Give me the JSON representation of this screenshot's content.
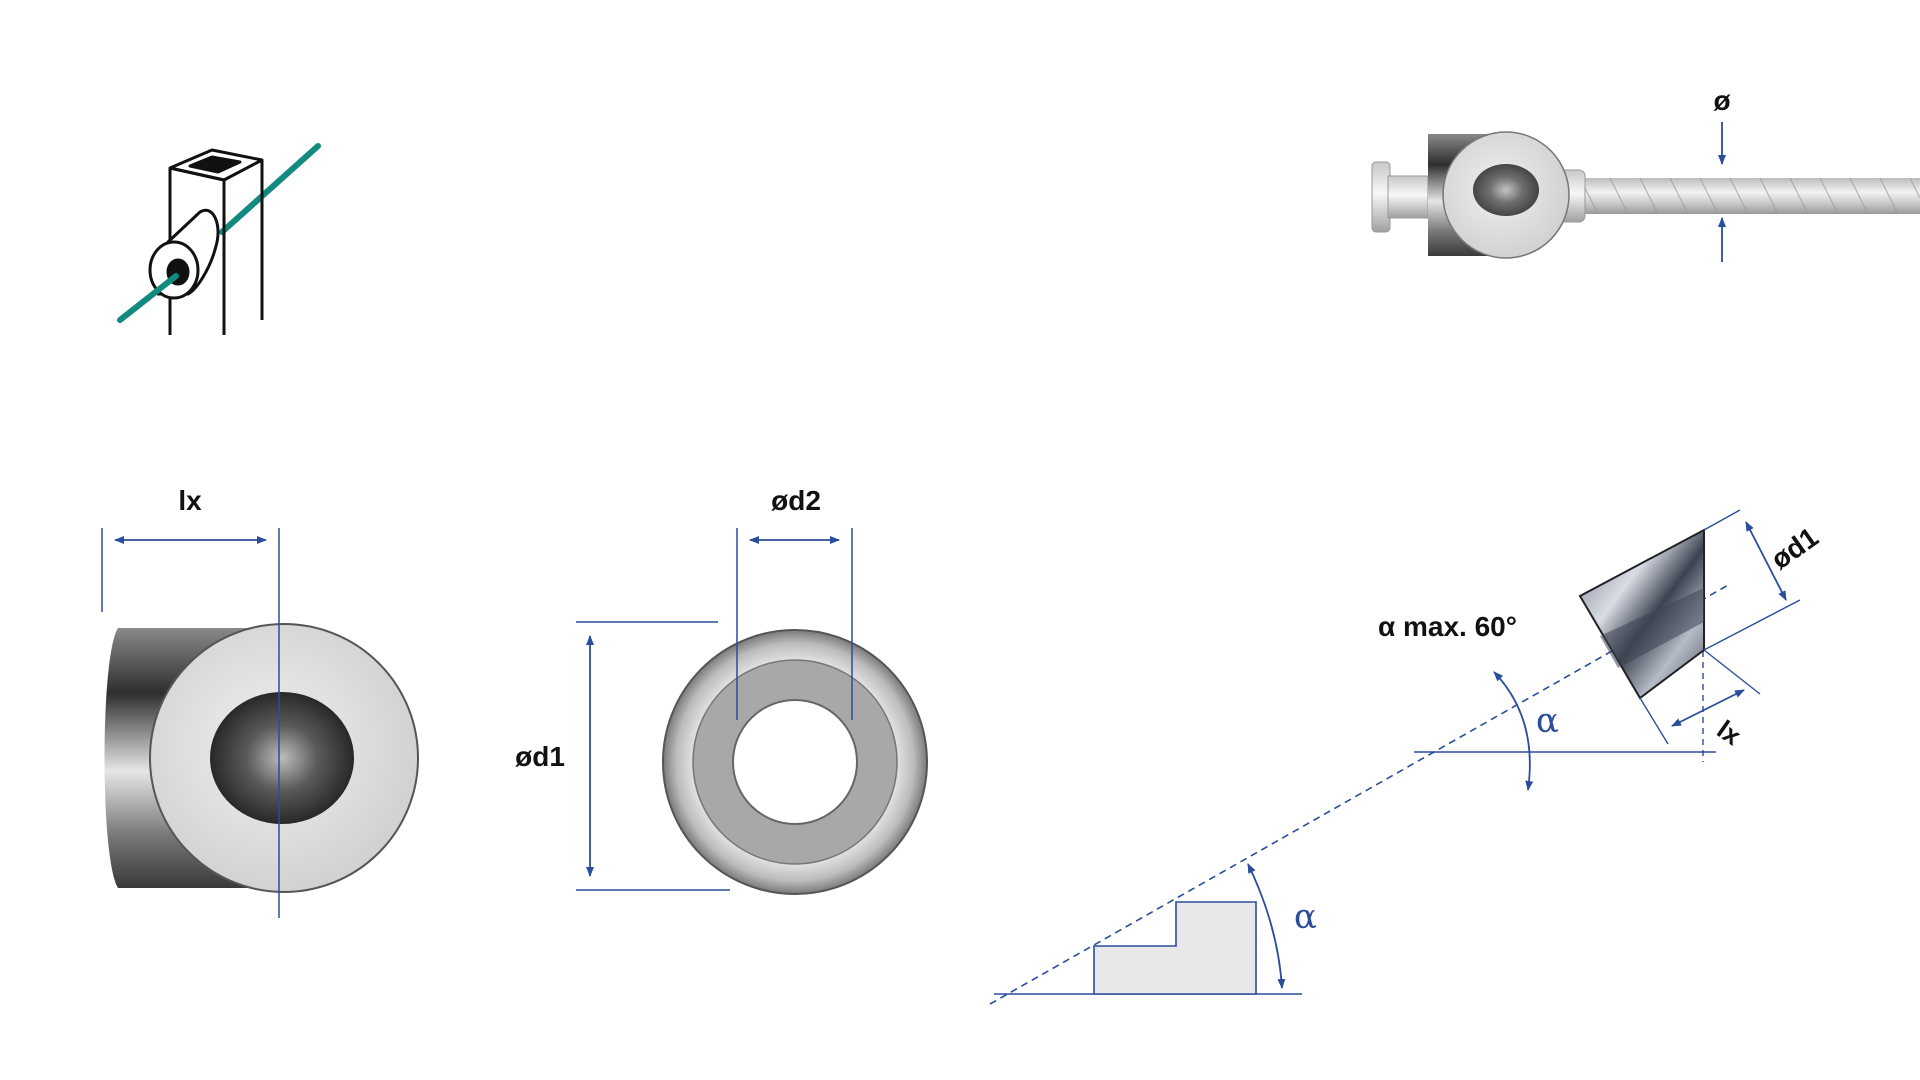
{
  "colors": {
    "dimension_line": "#2a4d9c",
    "cable_teal": "#138a7f",
    "steel_light": "#d9d9d9",
    "steel_dark": "#555555",
    "block_fill": "#e8e8ea"
  },
  "icons": {
    "mounting_pictogram": "post-with-angled-sleeve-icon"
  },
  "labels": {
    "diameter": "ø",
    "lx_side": "lx",
    "d2_front": "ød2",
    "d1_front": "ød1",
    "alpha_max": "α max. 60°",
    "alpha_upper": "α",
    "alpha_lower": "α",
    "d1_angled": "ød1",
    "lx_angled": "lx"
  }
}
